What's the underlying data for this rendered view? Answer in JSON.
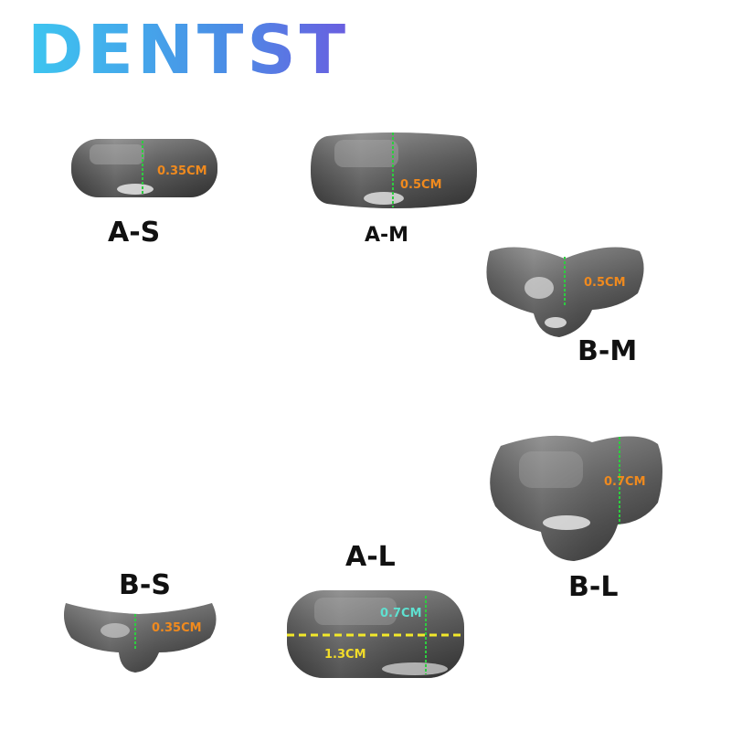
{
  "brand": {
    "name": "DENTST"
  },
  "colors": {
    "measure_orange": "#f08a1e",
    "measure_cyan": "#5fe0d0",
    "measure_yellow": "#f2dc2a",
    "guide_green": "#2ecc40",
    "guide_yellow": "#f2e82a",
    "metal_light": "#b9b9b9",
    "metal_dark": "#3a3a3a"
  },
  "pieces": {
    "as": {
      "label": "A-S",
      "height": "0.35CM"
    },
    "am": {
      "label": "A-M",
      "height": "0.5CM"
    },
    "bm": {
      "label": "B-M",
      "height": "0.5CM"
    },
    "bl": {
      "label": "B-L",
      "height": "0.7CM"
    },
    "bs": {
      "label": "B-S",
      "height": "0.35CM"
    },
    "al": {
      "label": "A-L",
      "height": "0.7CM",
      "width": "1.3CM"
    }
  }
}
